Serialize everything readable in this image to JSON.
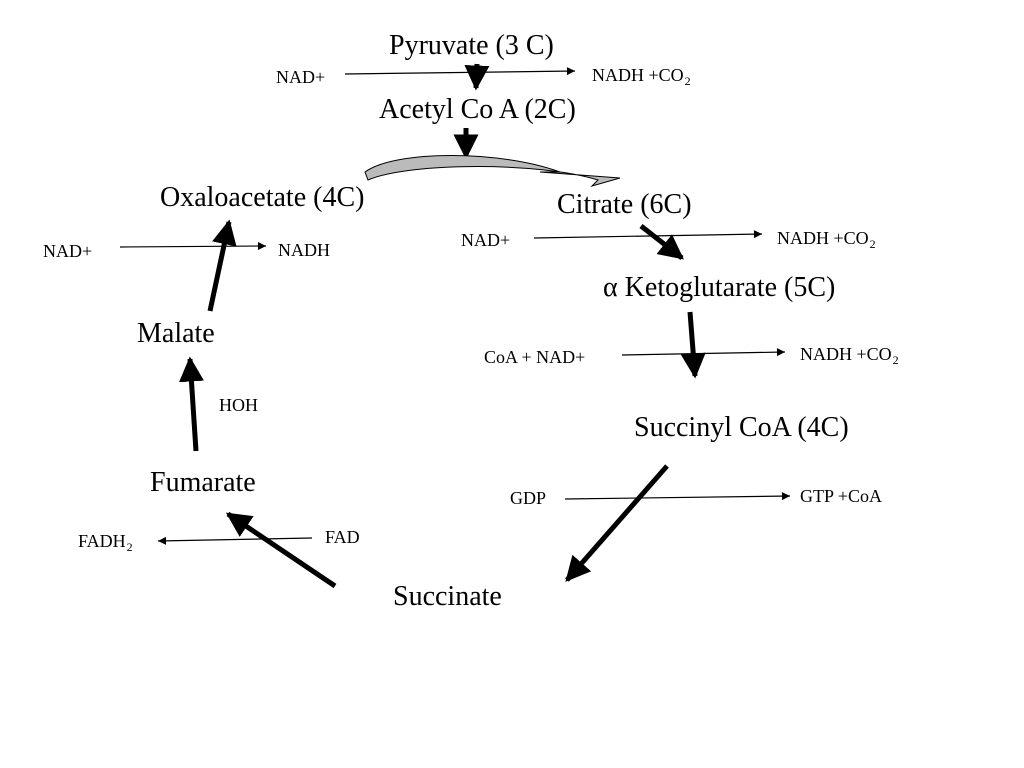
{
  "compounds": {
    "pyruvate": "Pyruvate (3 C)",
    "acetyl_coa": "Acetyl Co A (2C)",
    "citrate": "Citrate (6C)",
    "ketoglutarate_symbol": "α",
    "ketoglutarate": "Ketoglutarate (5C)",
    "succinyl_coa": "Succinyl CoA (4C)",
    "succinate": "Succinate",
    "fumarate": "Fumarate",
    "malate": "Malate",
    "oxaloacetate": "Oxaloacetate (4C)"
  },
  "cofactors": {
    "pyruvate_in": "NAD+",
    "pyruvate_out": "NADH +CO",
    "pyruvate_out_sub": "2",
    "citrate_in": "NAD+",
    "citrate_out": "NADH +CO",
    "citrate_out_sub": "2",
    "akg_in": "CoA + NAD+",
    "akg_out": "NADH +CO",
    "akg_out_sub": "2",
    "succinyl_in": "GDP",
    "succinyl_out": "GTP +CoA",
    "succinate_in": "FAD",
    "succinate_out": "FADH",
    "succinate_out_sub": "2",
    "fumarate_in": "HOH",
    "malate_in": "NAD+",
    "malate_out": "NADH"
  }
}
